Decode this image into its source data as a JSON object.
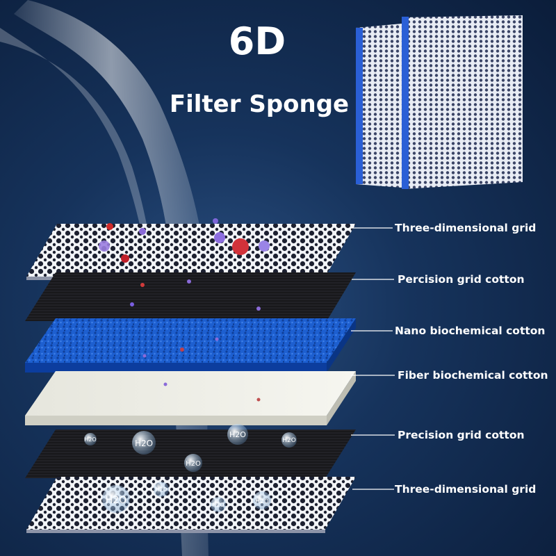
{
  "title": {
    "main": "6D",
    "sub": "Filter Sponge"
  },
  "layers": [
    {
      "label": "Three-dimensional grid"
    },
    {
      "label": "Percision grid cotton"
    },
    {
      "label": "Nano biochemical cotton"
    },
    {
      "label": "Fiber biochemical cotton"
    },
    {
      "label": "Precision grid cotton"
    },
    {
      "label": "Three-dimensional grid"
    }
  ],
  "molecule_text": "H2O",
  "colors": {
    "background": "#0b1d3a",
    "label_text": "#ffffff",
    "grid_mesh": "#ffffff",
    "dark_cotton": "#1a1a1c",
    "nano_blue": "#1a5fcf",
    "fiber_white": "#ecece4",
    "water": "#d6e8f5"
  }
}
